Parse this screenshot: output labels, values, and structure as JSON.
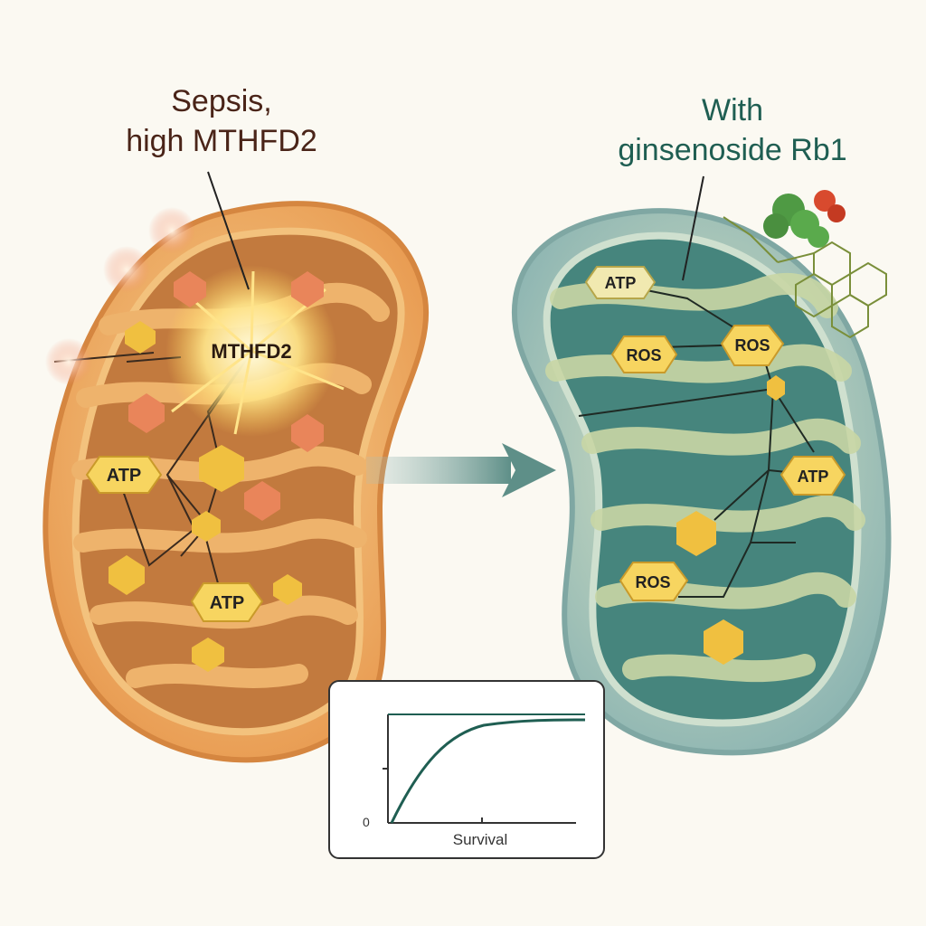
{
  "titles": {
    "left_line1": "Sepsis,",
    "left_line2": "high MTHFD2",
    "right_line1": "With",
    "right_line2": "ginsenoside Rb1"
  },
  "left_mito": {
    "center_label": "MTHFD2",
    "labels": [
      "ATP",
      "ATP"
    ]
  },
  "right_mito": {
    "labels": [
      "ATP",
      "ROS",
      "ROS",
      "ATP",
      "ROS"
    ]
  },
  "inset": {
    "xlabel": "Survival",
    "ylabel_zero": "0"
  },
  "colors": {
    "left_outer": "#e8a05a",
    "left_inner": "#c8773a",
    "right_outer": "#8fb8b4",
    "right_inner": "#3f7f79",
    "arrow": "#5e8f88",
    "curve": "#1f5e52",
    "badge": "#f0c040"
  }
}
